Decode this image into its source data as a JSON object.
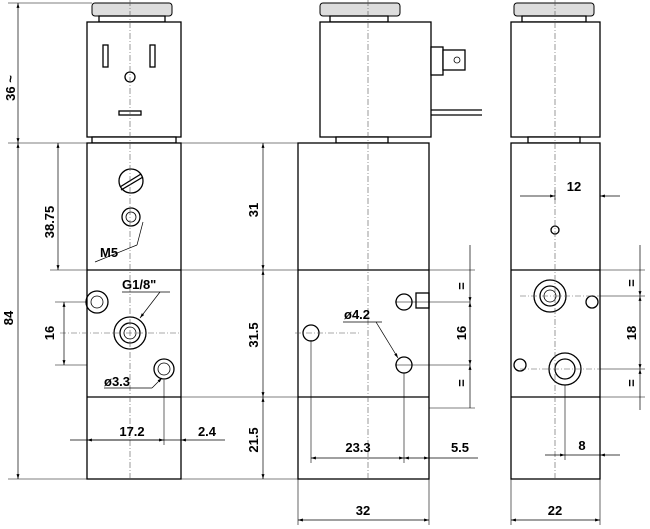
{
  "drawing": {
    "dimensions": {
      "coil_height": "36 ~",
      "total_height": "84",
      "upper_body": "38.75",
      "port_spacing_left": "16",
      "thread_m5": "M5",
      "thread_g18": "G1/8\"",
      "hole_33": "ø3.3",
      "width_172": "17.2",
      "offset_24": "2.4",
      "body_31": "31",
      "mid_315": "31.5",
      "lower_215": "21.5",
      "hole_42": "ø4.2",
      "port_spacing_mid": "16",
      "width_233": "23.3",
      "offset_55": "5.5",
      "width_32": "32",
      "top_12": "12",
      "port_spacing_right": "18",
      "offset_8": "8",
      "width_22": "22",
      "equal_sign": "="
    }
  }
}
